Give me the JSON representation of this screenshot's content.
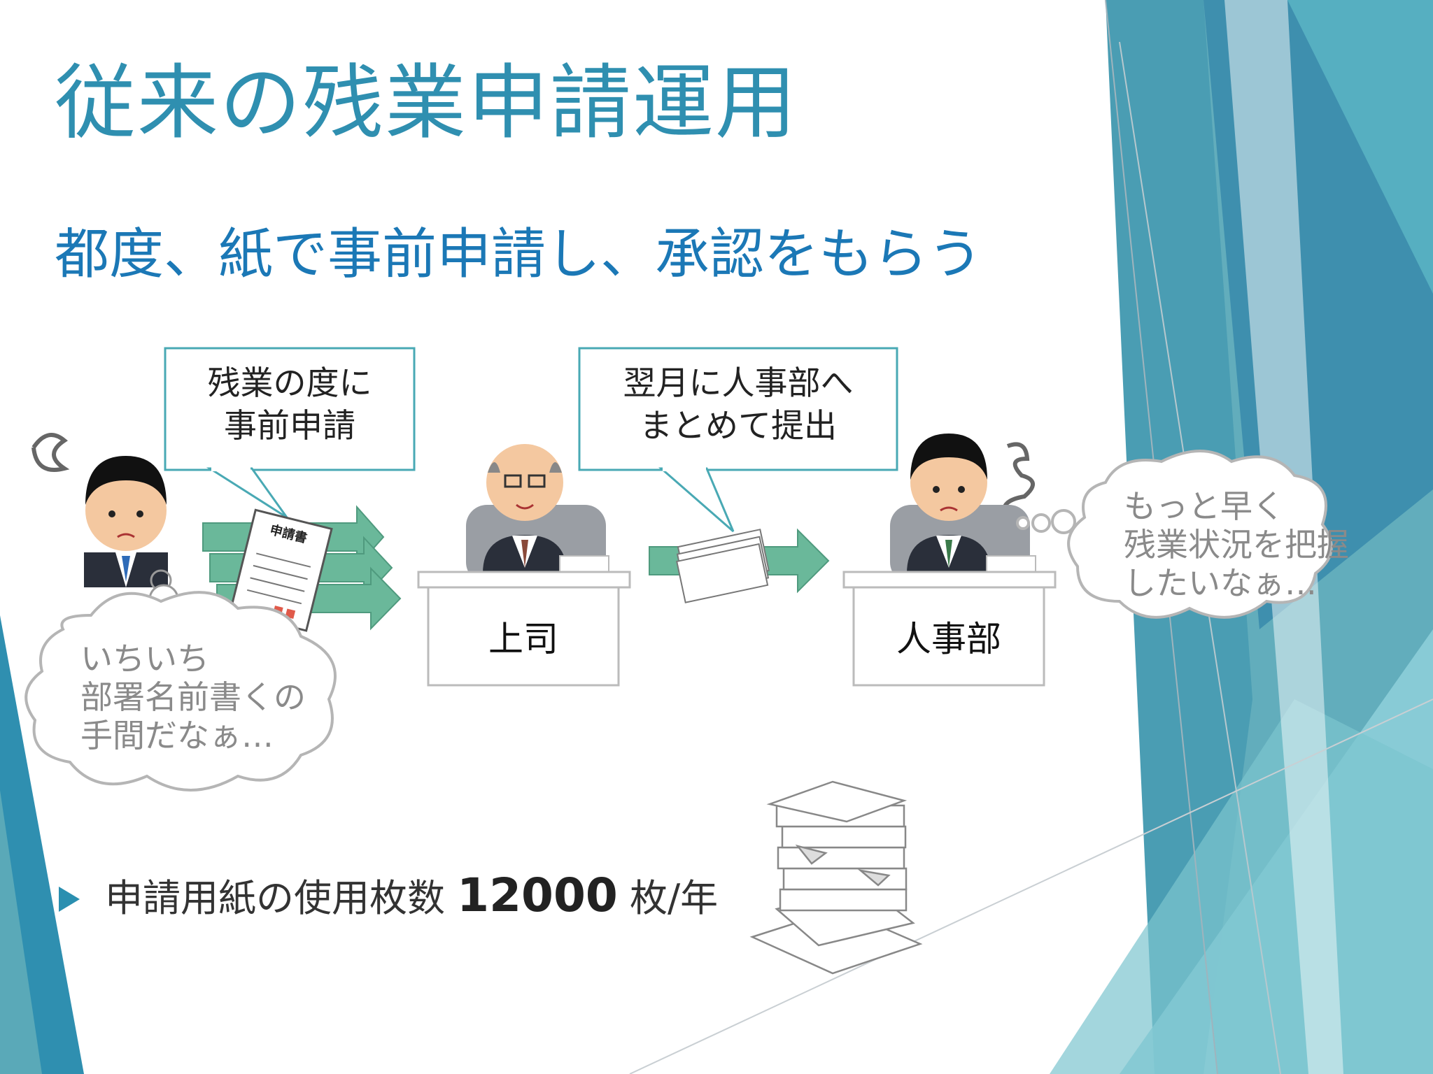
{
  "title": "従来の残業申請運用",
  "subtitle": "都度、紙で事前申請し、承認をもらう",
  "callouts": {
    "left": [
      "残業の度に",
      "事前申請"
    ],
    "right": [
      "翌月に人事部へ",
      "まとめて提出"
    ]
  },
  "desks": {
    "boss": "上司",
    "hr": "人事部"
  },
  "form_label": "申請書",
  "thoughts": {
    "employee": [
      "いちいち",
      "部署名前書くの",
      "手間だなぁ…"
    ],
    "hr": [
      "もっと早く",
      "残業状況を把握",
      "したいなぁ…"
    ]
  },
  "bullet": {
    "text": "申請用紙の使用枚数",
    "value": "12000",
    "unit": "枚/年"
  },
  "colors": {
    "title": "#2f8fb0",
    "subtitle": "#1b78b6",
    "callout_border": "#49a9b4",
    "arrow": "#6ab89a"
  }
}
